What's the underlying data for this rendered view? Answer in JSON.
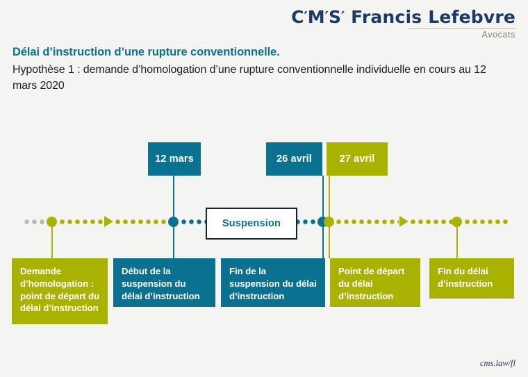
{
  "brand": {
    "logo_c": "C",
    "logo_m": "M",
    "logo_s": "S",
    "slash": "′",
    "logo_name": "Francis Lefebvre",
    "logo_sub": "Avocats",
    "navy": "#1b3a66",
    "teal": "#0a7290",
    "olive": "#aab200",
    "background": "#f4f4f2"
  },
  "header": {
    "title": "Délai d’instruction d’une rupture conventionnelle.",
    "subtitle": "Hypothèse 1 : demande d’homologation d’une rupture conventionnelle individuelle en cours au 12 mars 2020"
  },
  "timeline": {
    "suspension_label": "Suspension",
    "dates": [
      {
        "label": "12 mars",
        "color": "teal"
      },
      {
        "label": "26 avril",
        "color": "teal"
      },
      {
        "label": "27 avril",
        "color": "olive"
      }
    ],
    "events": [
      {
        "label": "Demande d’homologation : point de départ du délai d’instruction",
        "color": "olive"
      },
      {
        "label": "Début de la suspension du délai d’instruction",
        "color": "teal"
      },
      {
        "label": "Fin de la suspension du délai d’instruction",
        "color": "teal"
      },
      {
        "label": "Point de départ du délai d’instruction",
        "color": "olive"
      },
      {
        "label": "Fin du délai d’instruction",
        "color": "olive"
      }
    ]
  },
  "footer": {
    "source": "cms.law/fl"
  }
}
